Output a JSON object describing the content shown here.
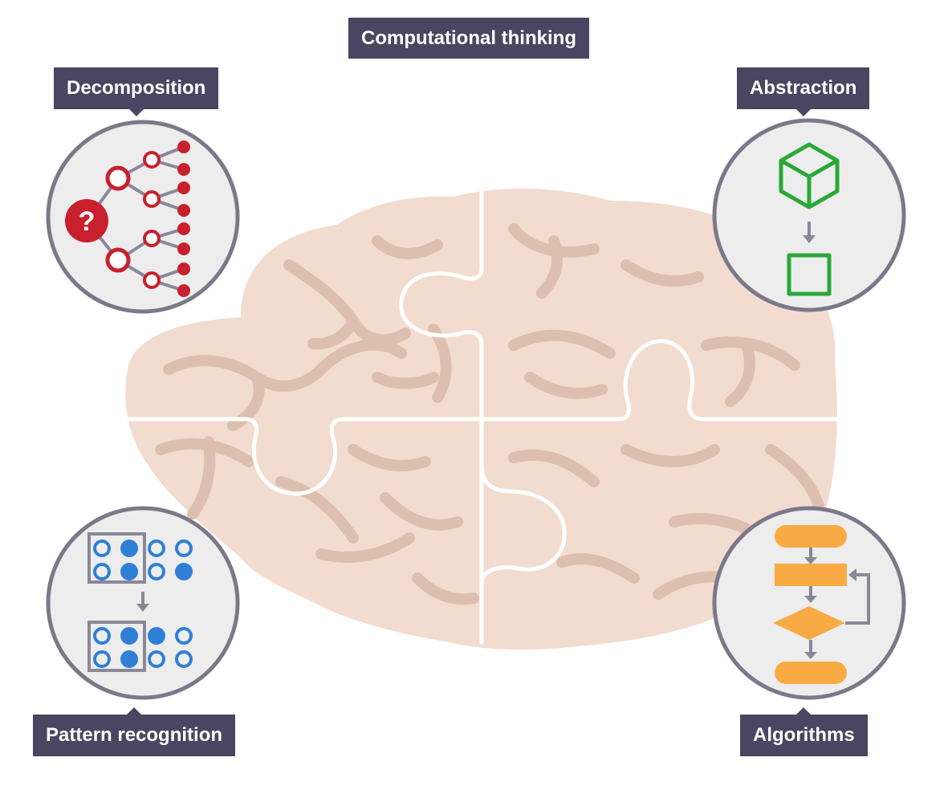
{
  "title": "Computational thinking",
  "concepts": {
    "decomposition": "Decomposition",
    "abstraction": "Abstraction",
    "pattern_recognition": "Pattern recognition",
    "algorithms": "Algorithms"
  },
  "icons": {
    "decomposition": "question-tree-icon",
    "abstraction": "cube-to-square-icon",
    "pattern_recognition": "dot-grid-pattern-icon",
    "algorithms": "flowchart-icon",
    "center": "brain-puzzle-icon"
  },
  "colors": {
    "label_bg": "#4a4560",
    "label_text": "#ffffff",
    "brain_fill": "#f2dccf",
    "brain_folds": "#dcbfae",
    "circle_fill": "#ededed",
    "circle_border": "#7b7889",
    "decomposition_accent": "#c8202d",
    "abstraction_accent": "#2aa837",
    "pattern_accent": "#2f7fd6",
    "algorithm_accent": "#f8ab45",
    "connector_gray": "#8a8799"
  }
}
